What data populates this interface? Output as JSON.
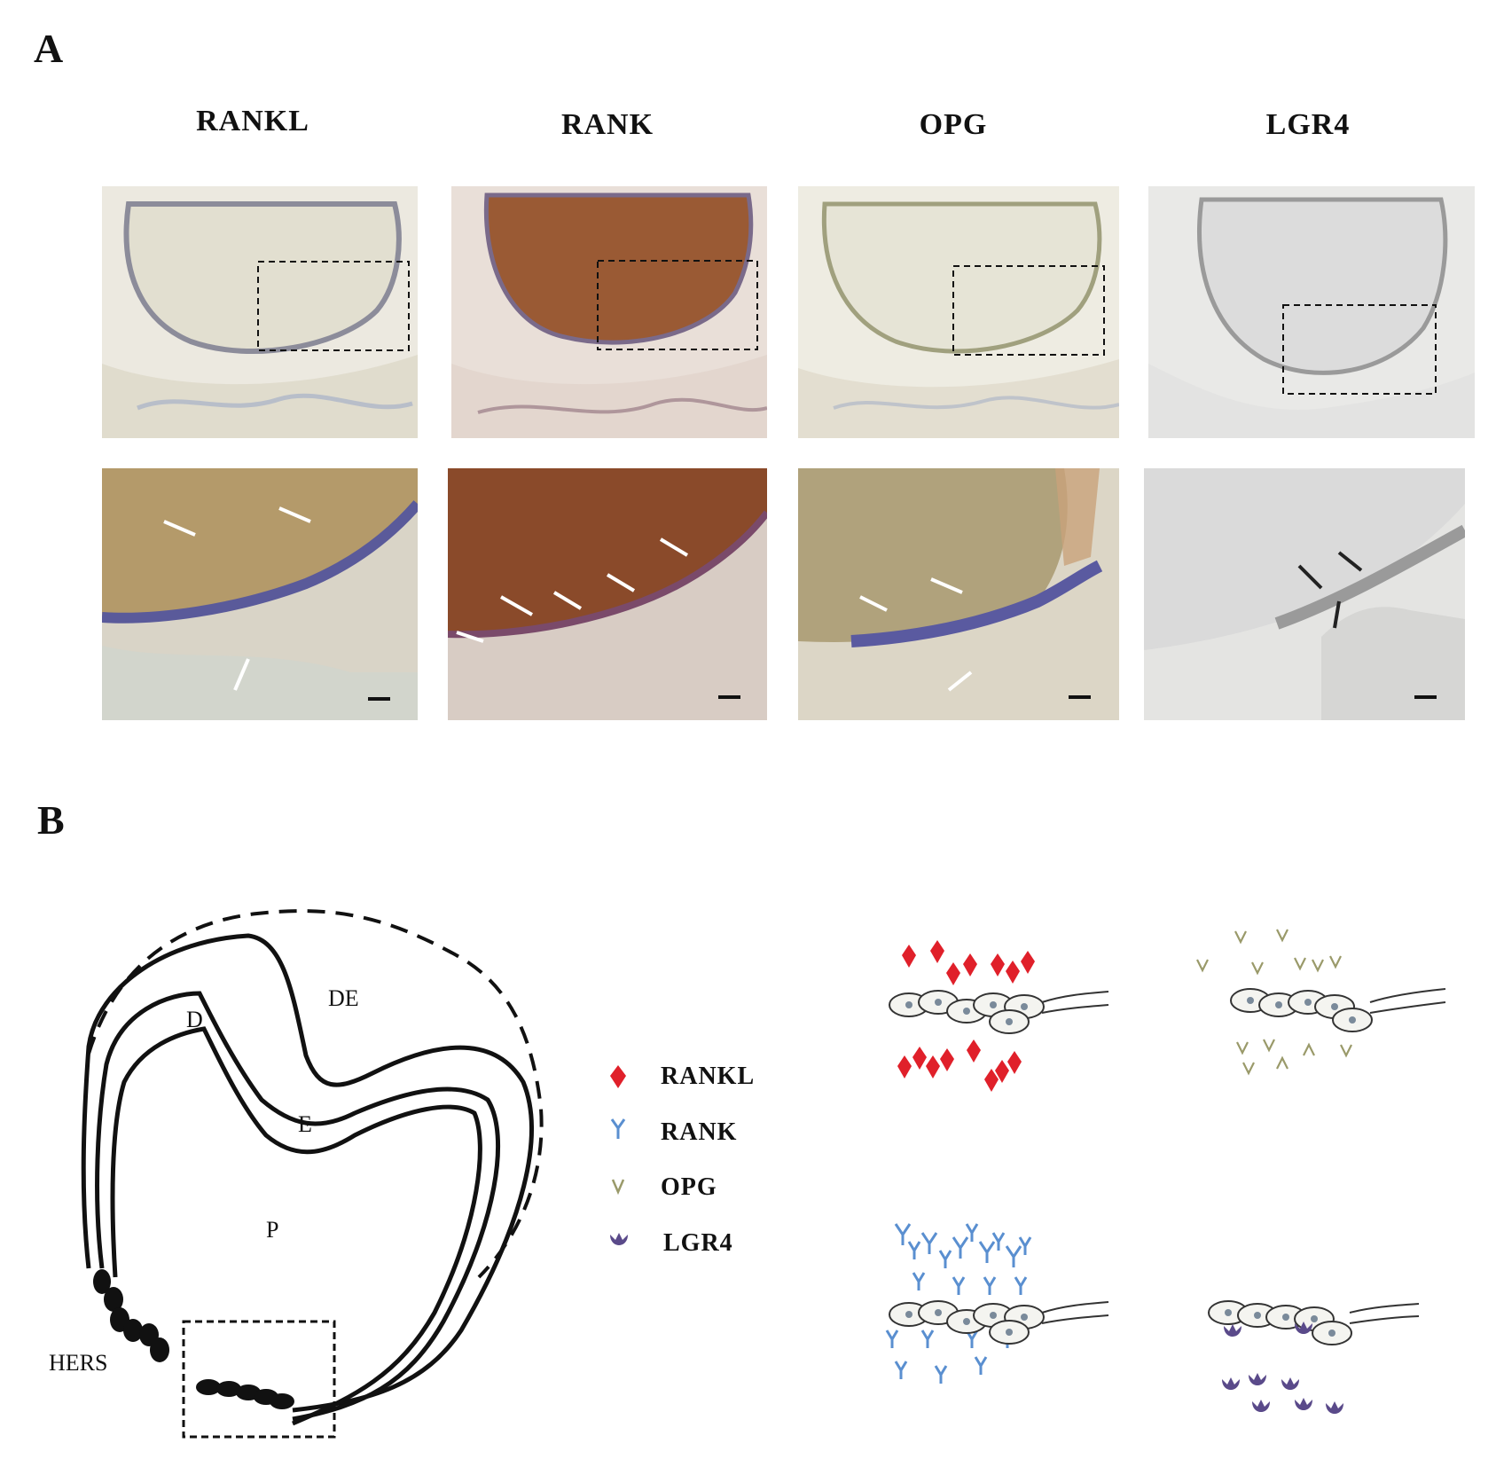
{
  "panel_a": {
    "letter": "A",
    "columns": [
      {
        "title": "RANKL",
        "stain": "#b49a6a",
        "enamel": "#d8d2bf"
      },
      {
        "title": "RANK",
        "stain": "#8a4a2a",
        "enamel": "#9a5a34"
      },
      {
        "title": "OPG",
        "stain": "#b0a27c",
        "enamel": "#dcd8c6"
      },
      {
        "title": "LGR4",
        "stain": "#9a9a9a",
        "enamel": "#cfcfcf"
      }
    ]
  },
  "panel_b": {
    "letter": "B",
    "labels": {
      "de": "DE",
      "d": "D",
      "e": "E",
      "p": "P",
      "hers": "HERS"
    },
    "legend": [
      {
        "label": "RANKL",
        "color": "#e0202a",
        "icon": "diamond-icon"
      },
      {
        "label": "RANK",
        "color": "#5a8fd0",
        "icon": "y-shape-icon"
      },
      {
        "label": "OPG",
        "color": "#9a9a6a",
        "icon": "v-shape-icon"
      },
      {
        "label": "LGR4",
        "color": "#5a4a8a",
        "icon": "crescent-icon"
      }
    ]
  }
}
